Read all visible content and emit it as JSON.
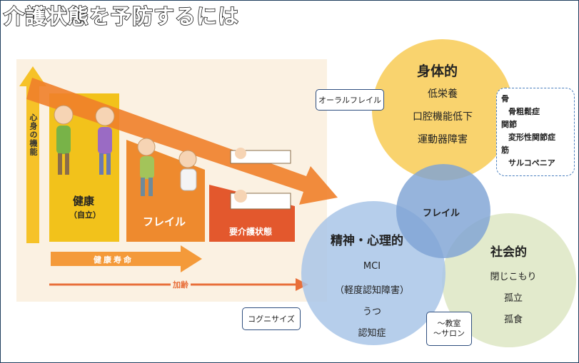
{
  "title": "介護状態を予防するには",
  "left_diagram": {
    "axis_y_label": "心身の機能",
    "stages": {
      "health": "健康",
      "health_sub": "（自立）",
      "frailty": "フレイル",
      "care": "要介護状態"
    },
    "arrow_health_life": "健康寿命",
    "arrow_aging": "加齢"
  },
  "circles": {
    "physical": {
      "title": "身体的",
      "items": [
        "低栄養",
        "口腔機能低下",
        "運動器障害"
      ]
    },
    "center": "フレイル",
    "mental": {
      "title": "精神・心理的",
      "items": [
        "MCI",
        "（軽度認知障害）",
        "うつ",
        "認知症"
      ]
    },
    "social": {
      "title": "社会的",
      "items": [
        "閉じこもり",
        "孤立",
        "孤食"
      ]
    }
  },
  "callouts": {
    "oral": "オーラルフレイル",
    "cognisize": "コグニサイズ",
    "class_line1": "～教室",
    "class_line2": "～サロン",
    "bones": [
      "骨",
      "骨粗鬆症",
      "関節",
      "変形性関節症",
      "筋",
      "サルコペニア"
    ]
  },
  "colors": {
    "physical": "#f9d166",
    "mental": "#a9c6e8",
    "social": "#dfe8c8",
    "center": "#7fa3d4",
    "health_bar": "#f2c21b",
    "frailty_bar": "#ee8a2e",
    "care_bar": "#e3582d",
    "arrow": "#f07f2a"
  }
}
